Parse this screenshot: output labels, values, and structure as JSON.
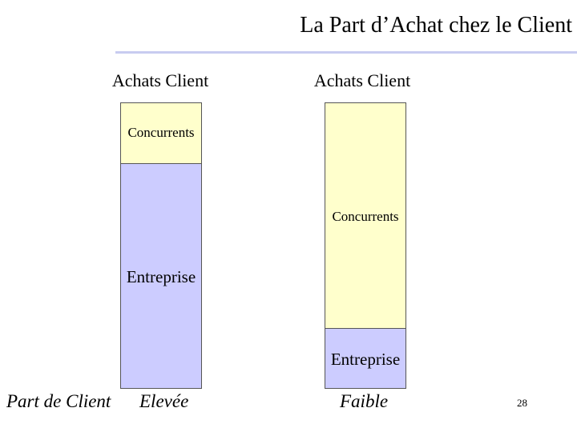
{
  "slide": {
    "title": "La Part d’Achat chez le Client",
    "page_number": "28"
  },
  "columns": [
    {
      "header": "Achats Client",
      "competitors_label": "Concurrents",
      "enterprise_label": "Entreprise",
      "enterprise_share": 0.79,
      "footer": "Elevée"
    },
    {
      "header": "Achats Client",
      "competitors_label": "Concurrents",
      "enterprise_label": "Entreprise",
      "enterprise_share": 0.21,
      "footer": "Faible"
    }
  ],
  "row_label": "Part de Client",
  "colors": {
    "competitors": "#ffffcc",
    "enterprise": "#ccccff",
    "title_rule": "#c8ccf0"
  }
}
